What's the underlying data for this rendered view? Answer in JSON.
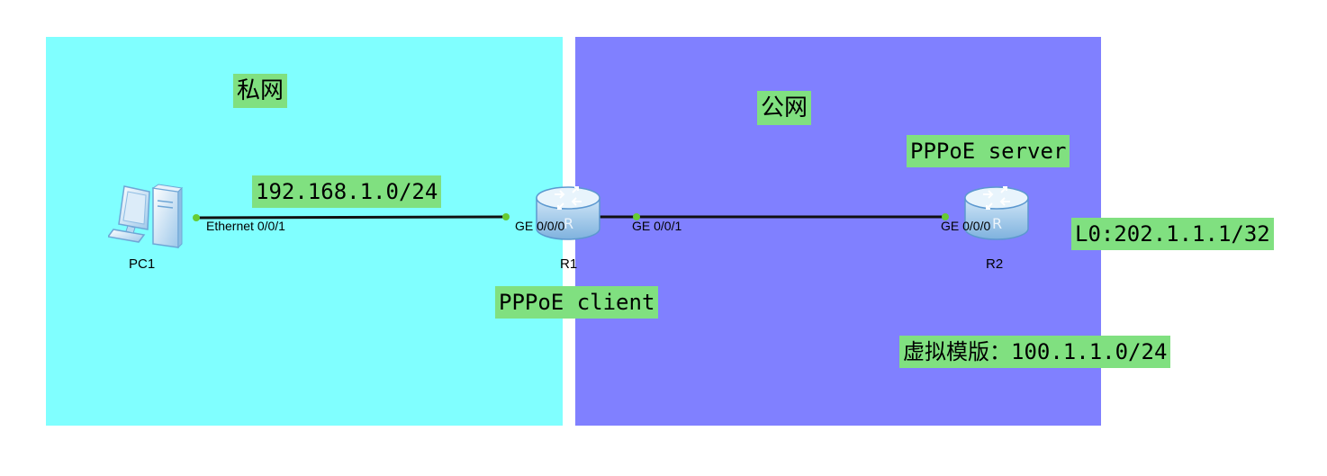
{
  "zones": {
    "private": {
      "label": "私网",
      "color": "#80ffff"
    },
    "public": {
      "label": "公网",
      "color": "#8080ff"
    }
  },
  "labels": {
    "private_subnet": "192.168.1.0/24",
    "pppoe_client": "PPPoE client",
    "pppoe_server": "PPPoE server",
    "loopback": "L0:202.1.1.1/32",
    "virtual_template": "虚拟模版：100.1.1.0/24",
    "label_bg_color": "#80e080"
  },
  "devices": {
    "pc1": {
      "name": "PC1",
      "icon": "pc-icon"
    },
    "r1": {
      "name": "R1",
      "icon": "router-icon"
    },
    "r2": {
      "name": "R2",
      "icon": "router-icon"
    }
  },
  "links": [
    {
      "from": "PC1",
      "from_port": "Ethernet 0/0/1",
      "to": "R1",
      "to_port": "GE 0/0/0"
    },
    {
      "from": "R1",
      "from_port": "GE 0/0/1",
      "to": "R2",
      "to_port": "GE 0/0/0"
    }
  ]
}
